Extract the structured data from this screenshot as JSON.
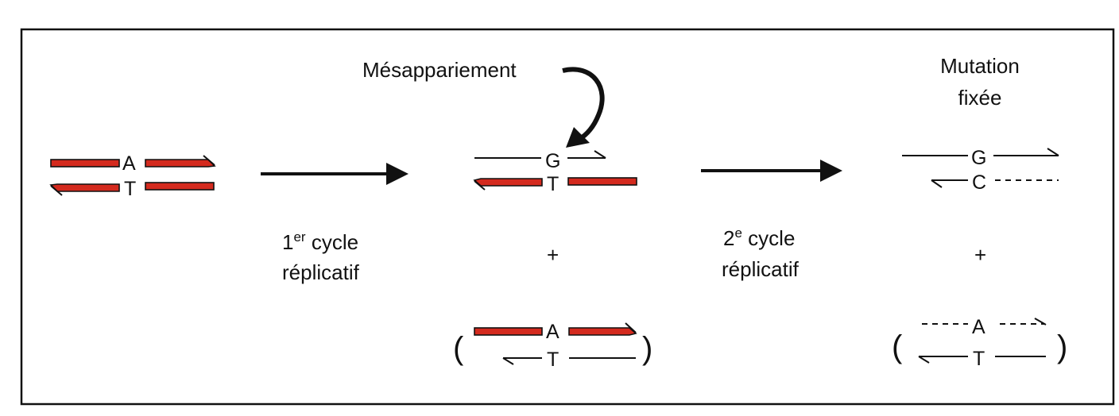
{
  "labels": {
    "mismatch": "Mésappariement",
    "mutation_line1": "Mutation",
    "mutation_line2": "fixée",
    "cycle1_num": "1",
    "cycle1_sup": "er",
    "cycle1_word": " cycle",
    "cycle1_line2": "réplicatif",
    "cycle2_num": "2",
    "cycle2_sup": "e",
    "cycle2_word": " cycle",
    "cycle2_line2": "réplicatif",
    "plus": "+",
    "paren_open": "(",
    "paren_close": ")"
  },
  "bases": {
    "parent_top": "A",
    "parent_bottom": "T",
    "cycle1_mut_top": "G",
    "cycle1_mut_bottom": "T",
    "cycle1_norm_top": "A",
    "cycle1_norm_bottom": "T",
    "cycle2_mut_top": "G",
    "cycle2_mut_bottom": "C",
    "cycle2_norm_top": "A",
    "cycle2_norm_bottom": "T"
  },
  "colors": {
    "parental_strand": "#d42a1e",
    "ink": "#111111"
  }
}
